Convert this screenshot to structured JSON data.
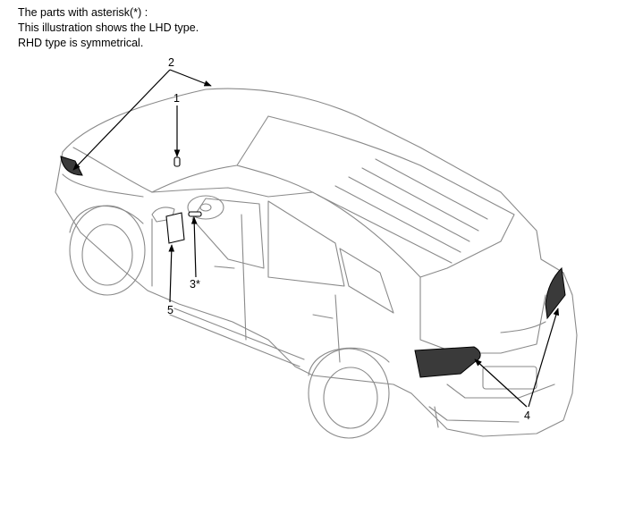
{
  "note": {
    "line1": "The parts with asterisk(*) :",
    "line2": "This illustration shows the LHD type.",
    "line3": "RHD type is symmetrical."
  },
  "callouts": [
    {
      "id": "1",
      "label": "1"
    },
    {
      "id": "2",
      "label": "2"
    },
    {
      "id": "3",
      "label": "3*"
    },
    {
      "id": "4",
      "label": "4"
    },
    {
      "id": "5",
      "label": "5"
    }
  ]
}
